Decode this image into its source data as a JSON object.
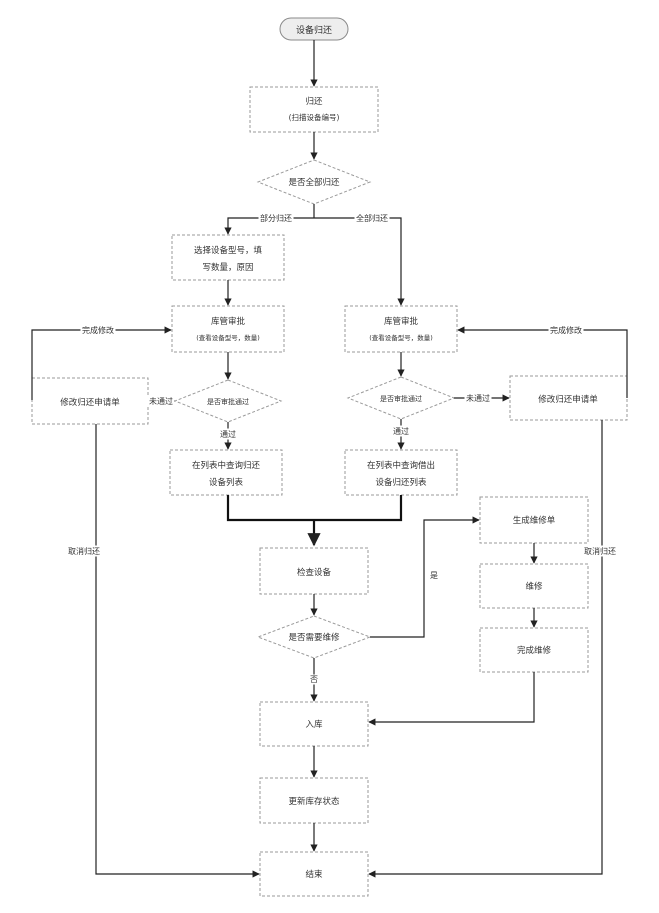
{
  "nodes": {
    "start": "设备归还",
    "return_request": [
      "归还",
      "(扫描设备编号)"
    ],
    "decision_all": "是否全部归还",
    "select_device": [
      "选择设备型号，填",
      "写数量，原因"
    ],
    "review_left": [
      "库管审批",
      "(查看设备型号，数量)"
    ],
    "decision_left": "是否审批通过",
    "modify_left": "修改归还申请单",
    "list_left": [
      "在列表中查询归还",
      "设备列表"
    ],
    "review_right": [
      "库管审批",
      "(查看设备型号，数量)"
    ],
    "decision_right": "是否审批通过",
    "modify_right": "修改归还申请单",
    "list_right": [
      "在列表中查询借出",
      "设备归还列表"
    ],
    "inspect": "检查设备",
    "decision_repair": "是否需要维修",
    "work_order": "生成维修单",
    "repair": "维修",
    "repair_done": "完成维修",
    "storage": "入库",
    "update_status": "更新库存状态",
    "end": "结束"
  },
  "edges": {
    "partial": "部分归还",
    "all": "全部归还",
    "resubmit_left": "完成修改",
    "resubmit_right": "完成修改",
    "not_passed_left": "未通过",
    "not_passed_right": "未通过",
    "passed_left": "通过",
    "passed_right": "通过",
    "yes": "是",
    "no": "否",
    "cancel_left": "取消归还",
    "cancel_right": "取消归还"
  }
}
